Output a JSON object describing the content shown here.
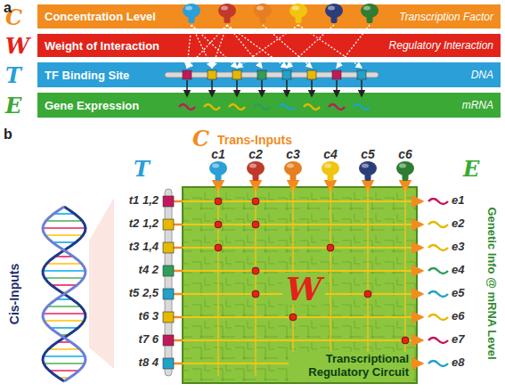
{
  "diagram": {
    "nodes": [
      {
        "text": [
          "C",
          "Concentration Level",
          "Transcription Factor"
        ]
      },
      {
        "text": [
          "W",
          "Weight of Interaction",
          "Regulatory Interaction"
        ]
      },
      {
        "text": [
          "T",
          "TF Binding Site",
          "DNA"
        ]
      },
      {
        "text": [
          "E",
          "Gene Expression",
          "mRNA"
        ]
      },
      {
        "text": [
          "W",
          "Transcriptional Regulatory Circuit"
        ]
      }
    ],
    "labels": [
      "a",
      "b",
      "C",
      "Trans-Inputs",
      "c1",
      "c2",
      "c3",
      "c4",
      "c5",
      "c6",
      "T",
      "t1 1,2",
      "t2 1,2",
      "t3 1,4",
      "t4 2",
      "t5 2,5",
      "t6 3",
      "t7 6",
      "t8 4",
      "Cis-Inputs",
      "E",
      "e1",
      "e2",
      "e3",
      "e4",
      "e5",
      "e6",
      "e7",
      "e8",
      "Genetic Info @ mRNA Level"
    ]
  }
}
